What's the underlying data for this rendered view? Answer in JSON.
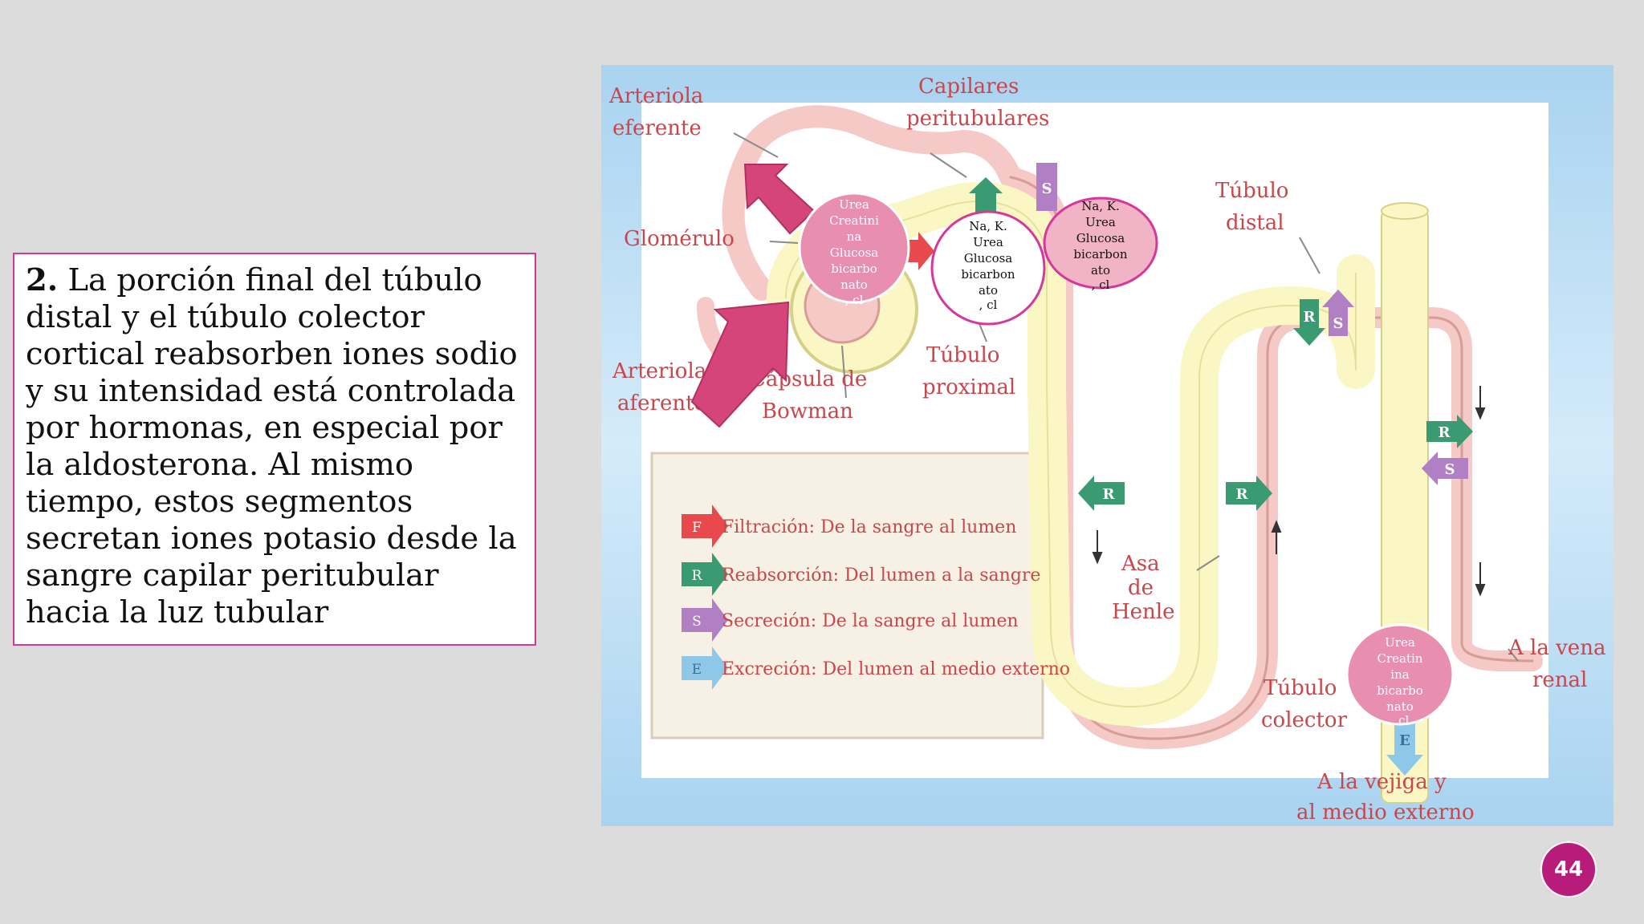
{
  "slide": {
    "text": {
      "number": "2.",
      "body": " La porción final del túbulo distal y el túbulo colector cortical reabsorben iones sodio y su intensidad está controlada por hormonas, en especial por la aldosterona. Al mismo tiempo, estos segmentos secretan iones potasio desde la sangre capilar peritubular hacia la luz tubular"
    },
    "page_number": "44"
  },
  "figure": {
    "labels": {
      "arteriola_eferente": [
        "Arteriola",
        "eferente"
      ],
      "capilares": [
        "Capilares",
        "peritubulares"
      ],
      "glomerulo": "Glomérulo",
      "arteriola_aferente": [
        "Arteriola",
        "aferente"
      ],
      "capsula": [
        "Cápsula de",
        "Bowman"
      ],
      "tubulo_proximal": [
        "Túbulo",
        "proximal"
      ],
      "tubulo_distal": [
        "Túbulo",
        "distal"
      ],
      "asa_henle": [
        "Asa",
        "de",
        "Henle"
      ],
      "tubulo_colector": [
        "Túbulo",
        "colector"
      ],
      "vena_renal": [
        "A la vena",
        "renal"
      ],
      "vejiga": [
        "A la vejiga y",
        "al medio externo"
      ]
    },
    "legend": [
      {
        "letter": "F",
        "text": "Filtración: De la sangre al lumen",
        "color": "#e8494d"
      },
      {
        "letter": "R",
        "text": "Reabsorción: Del lumen a la sangre",
        "color": "#3a9a72"
      },
      {
        "letter": "S",
        "text": "Secreción: De la sangre al lumen",
        "color": "#b07fc4"
      },
      {
        "letter": "E",
        "text": "Excreción: Del lumen al medio externo",
        "color": "#8ec7e8"
      }
    ],
    "markers": {
      "F": "F",
      "R": "R",
      "S": "S",
      "E": "E"
    },
    "bubbles": {
      "b1": [
        "Urea",
        "Creatini",
        "na",
        "Glucosa",
        "bicarbo",
        "nato",
        ", cl"
      ],
      "b2": [
        "Na, K.",
        "Urea",
        "Glucosa",
        "bicarbon",
        "ato",
        ", cl"
      ],
      "b3": [
        "Na, K.",
        "Urea",
        "Glucosa",
        "bicarbon",
        "ato",
        ", cl"
      ],
      "b4": [
        "Urea",
        "Creatin",
        "ina",
        "bicarbo",
        "nato",
        ", cl"
      ]
    },
    "colors": {
      "tube": "#fbf7c4",
      "capillary": "#f4c9c6",
      "accent": "#d6379a",
      "bubble_pink": "#e88fb0"
    }
  }
}
